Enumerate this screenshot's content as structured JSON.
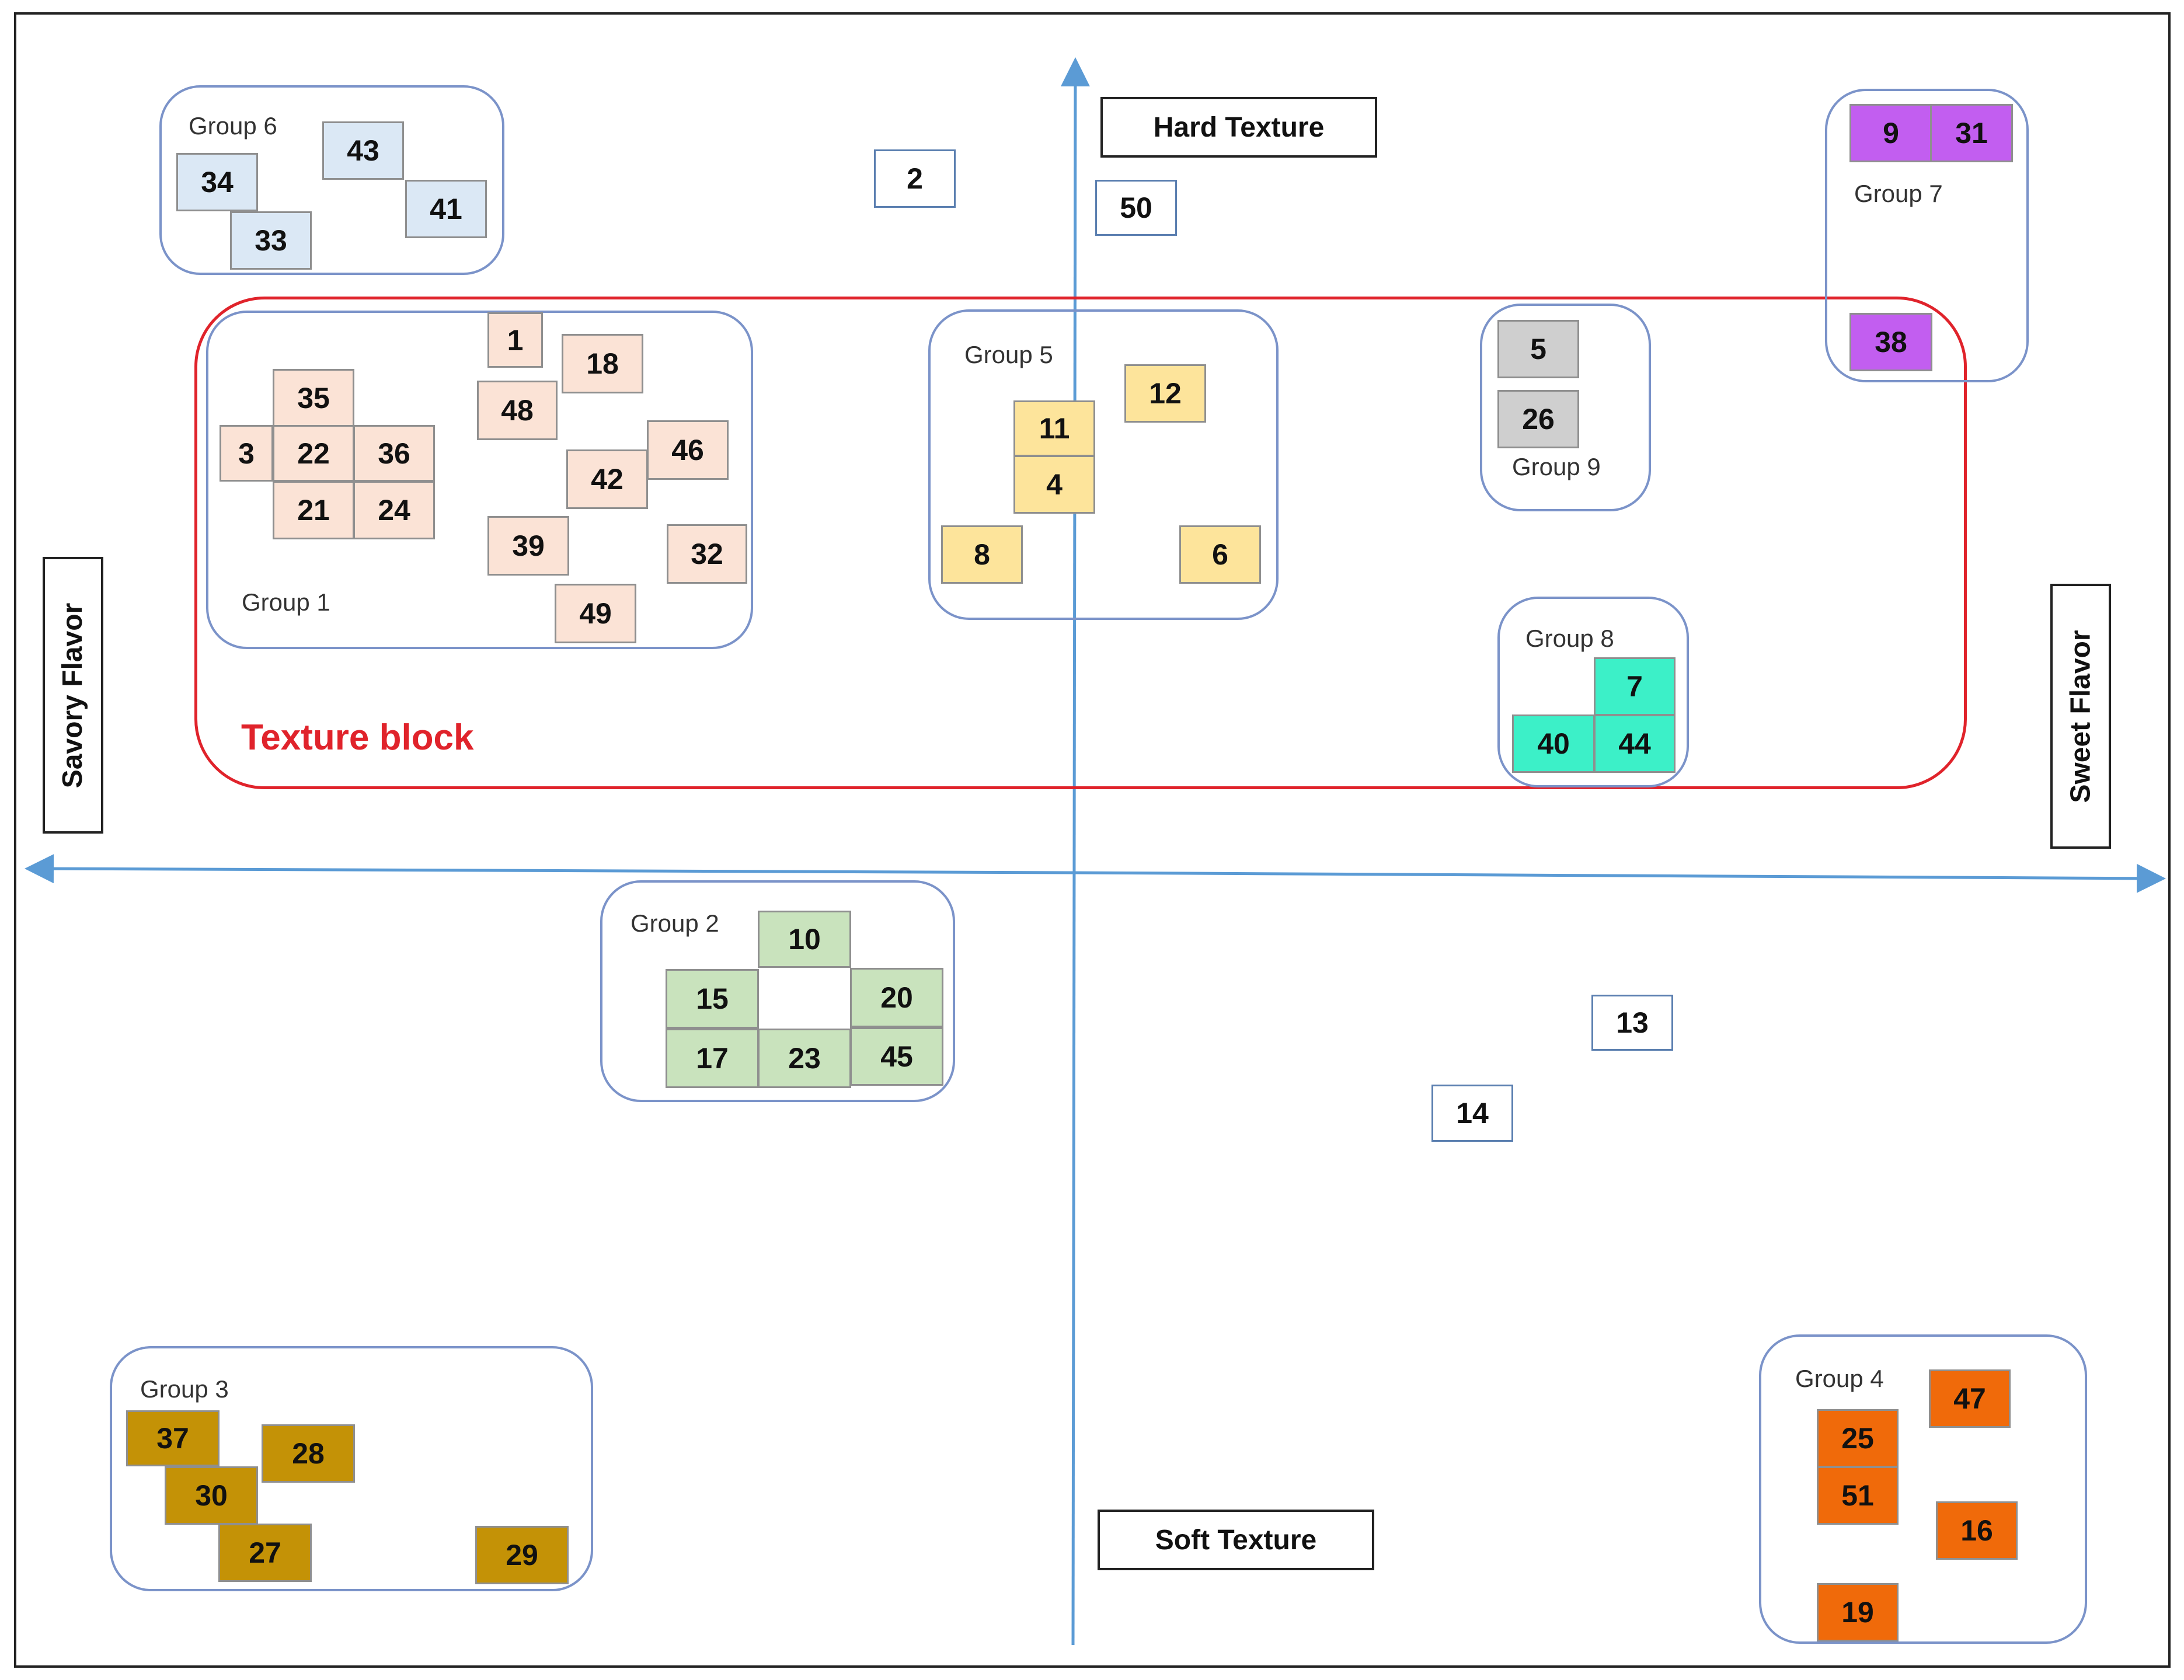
{
  "colors": {
    "axis": "#5b9bd5",
    "group_border": "#7b93c9",
    "texture_block": "#e0232b",
    "group1": "#fbe3d6",
    "group2": "#c9e3bd",
    "group3": "#c49206",
    "group4": "#f06a0a",
    "group5": "#fde49b",
    "group6": "#dbe8f5",
    "group7": "#c25ef0",
    "group8": "#3cf0c8",
    "group9": "#cfcfcf",
    "ungrouped": "#ffffff"
  },
  "axes": {
    "top": "Hard Texture",
    "bottom": "Soft Texture",
    "left": "Savory Flavor",
    "right": "Sweet Flavor"
  },
  "texture_block_label": "Texture block",
  "groups": [
    {
      "id": "g1",
      "label": "Group 1",
      "items": [
        "1",
        "18",
        "35",
        "48",
        "3",
        "22",
        "36",
        "46",
        "42",
        "21",
        "24",
        "39",
        "32",
        "49"
      ]
    },
    {
      "id": "g2",
      "label": "Group 2",
      "items": [
        "10",
        "15",
        "20",
        "17",
        "23",
        "45"
      ]
    },
    {
      "id": "g3",
      "label": "Group 3",
      "items": [
        "37",
        "28",
        "30",
        "27",
        "29"
      ]
    },
    {
      "id": "g4",
      "label": "Group 4",
      "items": [
        "47",
        "25",
        "51",
        "16",
        "19"
      ]
    },
    {
      "id": "g5",
      "label": "Group 5",
      "items": [
        "12",
        "11",
        "4",
        "8",
        "6"
      ]
    },
    {
      "id": "g6",
      "label": "Group 6",
      "items": [
        "43",
        "34",
        "41",
        "33"
      ]
    },
    {
      "id": "g7",
      "label": "Group 7",
      "items": [
        "9",
        "31",
        "38"
      ]
    },
    {
      "id": "g8",
      "label": "Group 8",
      "items": [
        "7",
        "40",
        "44"
      ]
    },
    {
      "id": "g9",
      "label": "Group 9",
      "items": [
        "5",
        "26"
      ]
    }
  ],
  "ungrouped_items": [
    "2",
    "50",
    "13",
    "14"
  ]
}
